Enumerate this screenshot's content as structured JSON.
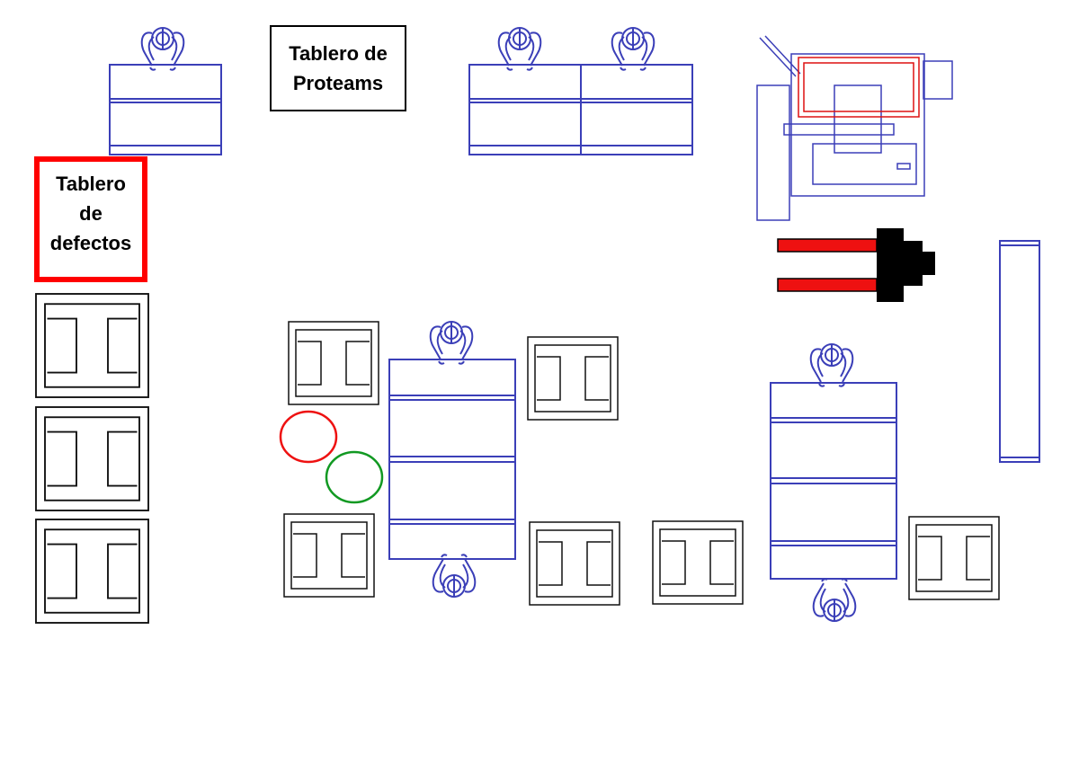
{
  "boards": {
    "proteams": {
      "line1": "Tablero de",
      "line2": "Proteams"
    },
    "defectos": {
      "line1": "Tablero",
      "line2": "de",
      "line3": "defectos"
    }
  },
  "colors": {
    "furniture_line": "#3b3fb8",
    "chair_line": "#111111",
    "defect_board_border": "#ff0000",
    "red_marker": "#ee1111",
    "green_marker": "#119922",
    "machine_red": "#dd1111"
  },
  "icons": [
    "person-icon",
    "chair-icon",
    "desk-icon",
    "machine-icon",
    "cart-icon",
    "shelf-icon"
  ]
}
